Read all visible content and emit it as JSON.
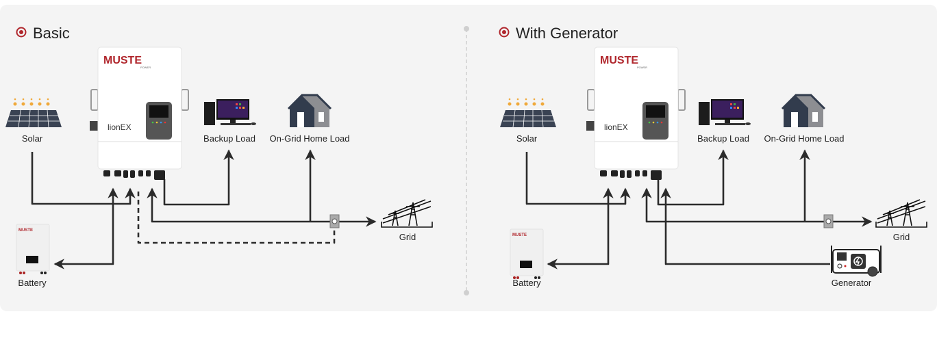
{
  "colors": {
    "accent": "#b0262c",
    "panel": "#f4f4f4",
    "wire": "#2b2b2b"
  },
  "panels": [
    {
      "title": "Basic",
      "inverter": {
        "brand": "MUSTE",
        "brand_sub": "POWER",
        "model": "lionEX"
      },
      "battery": {
        "brand": "MUSTE"
      },
      "labels": {
        "solar": "Solar",
        "backup": "Backup Load",
        "home": "On-Grid Home Load",
        "battery": "Battery",
        "grid": "Grid"
      }
    },
    {
      "title": "With Generator",
      "inverter": {
        "brand": "MUSTE",
        "brand_sub": "POWER",
        "model": "lionEX"
      },
      "battery": {
        "brand": "MUSTE"
      },
      "labels": {
        "solar": "Solar",
        "backup": "Backup Load",
        "home": "On-Grid Home Load",
        "battery": "Battery",
        "grid": "Grid",
        "generator": "Generator"
      }
    }
  ],
  "icons": [
    "radio-selected-icon",
    "solar-panel-icon",
    "inverter-icon",
    "computer-icon",
    "house-icon",
    "battery-icon",
    "grid-tower-icon",
    "meter-icon",
    "generator-icon"
  ]
}
